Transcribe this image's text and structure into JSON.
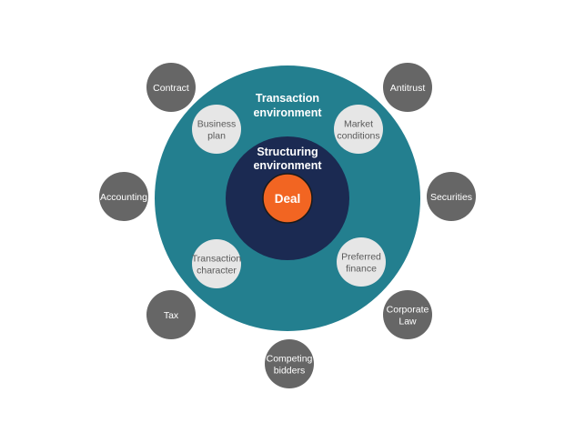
{
  "colors": {
    "outer_ring": "#237f8f",
    "inner_ring": "#1b2a52",
    "core": "#f26522",
    "core_stroke": "#1a1a1a",
    "inner_node": "#e6e6e6",
    "outer_node": "#666666",
    "ring_text": "#ffffff",
    "inner_node_text": "#5a5a5a",
    "outer_node_text": "#ffffff"
  },
  "rings": {
    "transaction": {
      "line1": "Transaction",
      "line2": "environment"
    },
    "structuring": {
      "line1": "Structuring",
      "line2": "environment"
    }
  },
  "core": {
    "label": "Deal"
  },
  "inner_nodes": [
    {
      "id": "business-plan",
      "lines": [
        "Business",
        "plan"
      ]
    },
    {
      "id": "market-conditions",
      "lines": [
        "Market",
        "conditions"
      ]
    },
    {
      "id": "transaction-character",
      "lines": [
        "Transaction",
        "character"
      ]
    },
    {
      "id": "preferred-finance",
      "lines": [
        "Preferred",
        "finance"
      ]
    }
  ],
  "outer_nodes": [
    {
      "id": "contract",
      "lines": [
        "Contract"
      ]
    },
    {
      "id": "antitrust",
      "lines": [
        "Antitrust"
      ]
    },
    {
      "id": "accounting",
      "lines": [
        "Accounting"
      ]
    },
    {
      "id": "securities",
      "lines": [
        "Securities"
      ]
    },
    {
      "id": "tax",
      "lines": [
        "Tax"
      ]
    },
    {
      "id": "corporate-law",
      "lines": [
        "Corporate",
        "Law"
      ]
    },
    {
      "id": "competing-bidders",
      "lines": [
        "Competing",
        "bidders"
      ]
    }
  ]
}
